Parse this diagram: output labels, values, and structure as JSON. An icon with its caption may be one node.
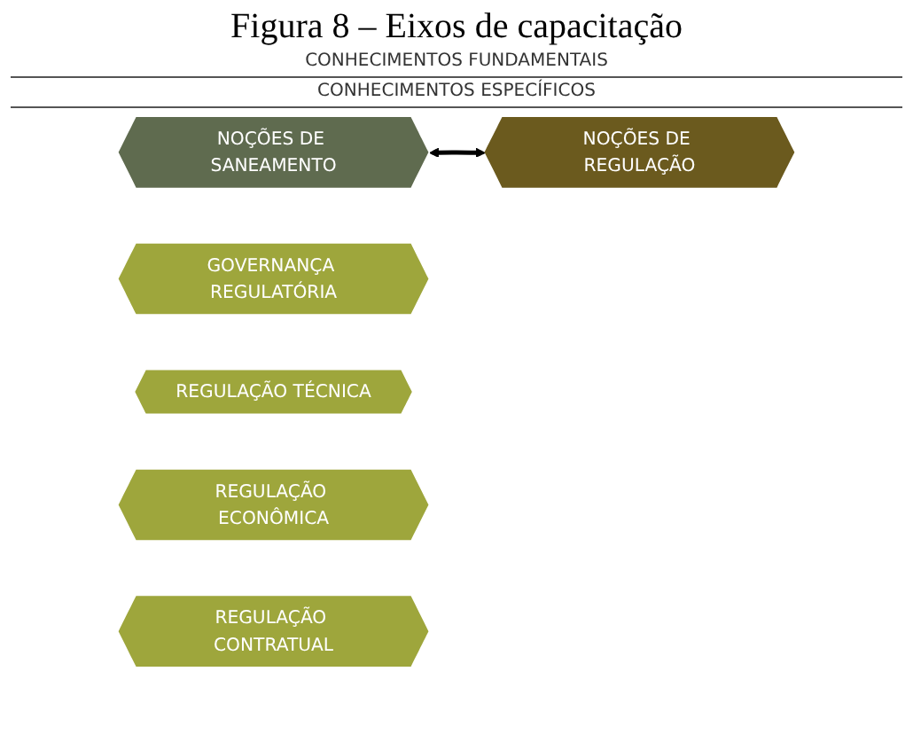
{
  "diagram": {
    "title": "Figura 8 – Eixos de capacitação",
    "nodes": [
      {
        "text": [
          "NOÇÕES DE SANEAMENTO"
        ]
      },
      {
        "text": [
          "NOÇÕES DE REGULAÇÃO"
        ]
      },
      {
        "text": [
          "GOVERNANÇA REGULATÓRIA"
        ]
      },
      {
        "text": [
          "REGULAÇÃO TÉCNICA"
        ]
      },
      {
        "text": [
          "REGULAÇÃO ECONÔMICA"
        ]
      },
      {
        "text": [
          "REGULAÇÃO CONTRATUAL"
        ]
      }
    ],
    "edges": [
      {
        "from": 0,
        "to": 1,
        "arrow": "both"
      }
    ],
    "labels": [
      "CONHECIMENTOS FUNDAMENTAIS",
      "CONHECIMENTOS ESPECÍFICOS"
    ]
  }
}
